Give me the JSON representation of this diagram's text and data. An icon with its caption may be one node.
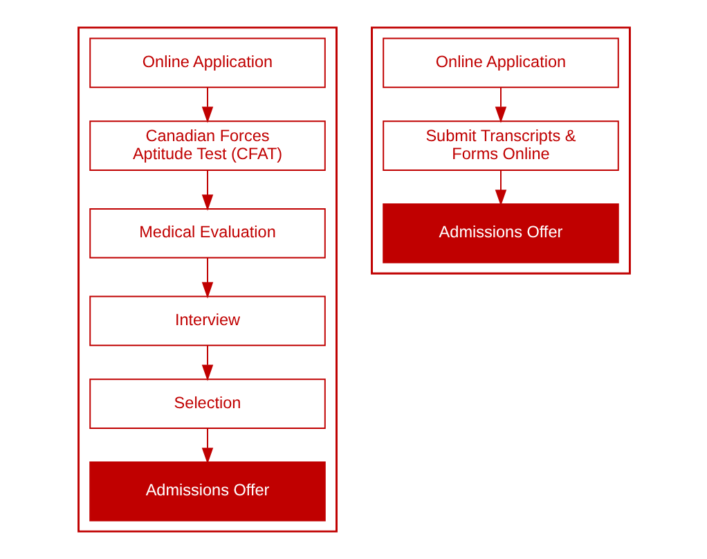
{
  "diagram": {
    "nodes": [
      {
        "text": [],
        "shape": "box"
      },
      {
        "text": [
          "Online Application"
        ],
        "in": 0
      },
      {
        "text": [
          "Canadian Forces Aptitude Test (CFAT)"
        ],
        "in": 0
      },
      {
        "text": [
          "Medical Evaluation"
        ],
        "in": 0
      },
      {
        "text": [
          "Interview"
        ],
        "in": 0
      },
      {
        "text": [
          "Selection"
        ],
        "in": 0
      },
      {
        "text": [
          "Admissions Offer"
        ],
        "in": 0
      },
      {
        "text": [],
        "shape": "box"
      },
      {
        "text": [
          "Online Application"
        ],
        "in": 7
      },
      {
        "text": [
          "Submit Transcripts & Forms Online"
        ],
        "in": 7
      },
      {
        "text": [
          "Admissions Offer"
        ],
        "in": 7
      }
    ],
    "edges": [
      {
        "from": 1,
        "to": 2,
        "arrow": "to"
      },
      {
        "from": 2,
        "to": 3,
        "arrow": "to"
      },
      {
        "from": 3,
        "to": 4,
        "arrow": "to"
      },
      {
        "from": 4,
        "to": 5,
        "arrow": "to"
      },
      {
        "from": 5,
        "to": 6,
        "arrow": "to"
      },
      {
        "from": 8,
        "to": 9,
        "arrow": "to"
      },
      {
        "from": 9,
        "to": 10,
        "arrow": "to"
      }
    ]
  }
}
